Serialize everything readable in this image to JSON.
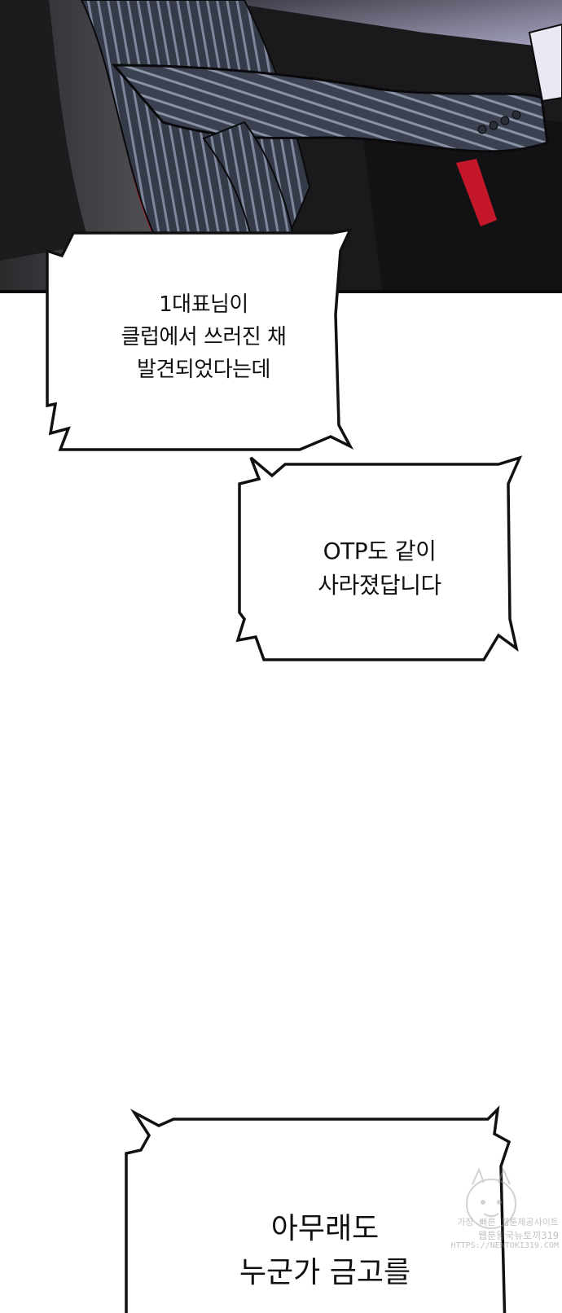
{
  "bubbles": [
    {
      "lines": [
        "1대표님이",
        "클럽에서 쓰러진 채",
        "발견되었다는데"
      ]
    },
    {
      "lines": [
        "OTP도 같이",
        "사라졌답니다"
      ]
    },
    {
      "lines": [
        "아무래도",
        "누군가 금고를"
      ]
    }
  ],
  "watermark": {
    "line1": "가장 빠른 웹툰제공사이트",
    "line2": "웹툰왕국뉴토끼319",
    "line3": "HTTPS://NEWTOKI319.COM"
  },
  "colors": {
    "panel_bg": "#1a1a1d",
    "suit": "#3b4150",
    "stripe": "#8a93a6",
    "accent_red": "#c4182a"
  }
}
